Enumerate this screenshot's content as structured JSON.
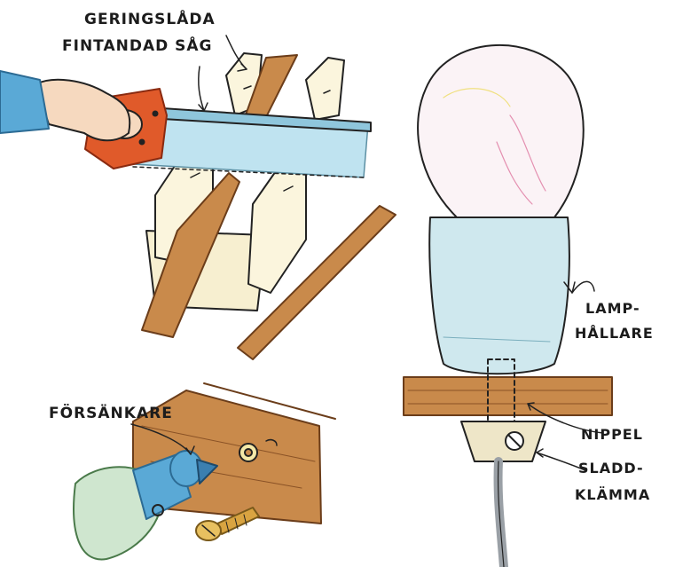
{
  "labels": {
    "miter_box": "GERINGSLÅDA",
    "fine_saw": "FINTANDAD SÅG",
    "countersink": "FÖRSÄNKARE",
    "lamp_holder_1": "LAMP-",
    "lamp_holder_2": "HÅLLARE",
    "nipple": "NIPPEL",
    "cord_clamp_1": "SLADD-",
    "cord_clamp_2": "KLÄMMA"
  },
  "colors": {
    "wood": "#c98a4b",
    "wood_dark": "#8a5226",
    "saw_handle": "#e05a2a",
    "blade": "#bfe3f0",
    "bulb_tint": "#f4d9e4",
    "holder": "#cfe8ee",
    "skin": "#f6d9bf",
    "sleeve": "#5aa9d6",
    "cord": "#9aa0a6",
    "clamp": "#eee6c8"
  }
}
